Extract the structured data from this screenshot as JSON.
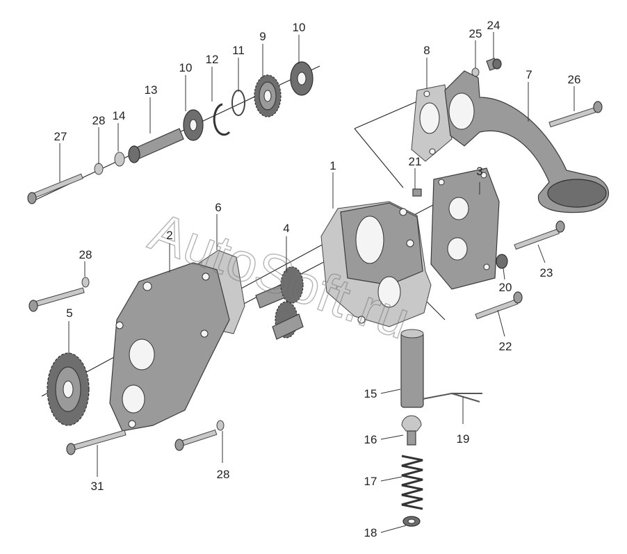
{
  "watermark": "AutoSoft.ru",
  "callouts": [
    {
      "id": "c1",
      "label": "1"
    },
    {
      "id": "c2",
      "label": "2"
    },
    {
      "id": "c3",
      "label": "3"
    },
    {
      "id": "c4",
      "label": "4"
    },
    {
      "id": "c5",
      "label": "5"
    },
    {
      "id": "c6",
      "label": "6"
    },
    {
      "id": "c7",
      "label": "7"
    },
    {
      "id": "c8",
      "label": "8"
    },
    {
      "id": "c9",
      "label": "9"
    },
    {
      "id": "c10a",
      "label": "10"
    },
    {
      "id": "c10b",
      "label": "10"
    },
    {
      "id": "c11",
      "label": "11"
    },
    {
      "id": "c12",
      "label": "12"
    },
    {
      "id": "c13",
      "label": "13"
    },
    {
      "id": "c14",
      "label": "14"
    },
    {
      "id": "c15",
      "label": "15"
    },
    {
      "id": "c16",
      "label": "16"
    },
    {
      "id": "c17",
      "label": "17"
    },
    {
      "id": "c18",
      "label": "18"
    },
    {
      "id": "c19",
      "label": "19"
    },
    {
      "id": "c20",
      "label": "20"
    },
    {
      "id": "c21",
      "label": "21"
    },
    {
      "id": "c22",
      "label": "22"
    },
    {
      "id": "c23",
      "label": "23"
    },
    {
      "id": "c24",
      "label": "24"
    },
    {
      "id": "c25",
      "label": "25"
    },
    {
      "id": "c26",
      "label": "26"
    },
    {
      "id": "c27",
      "label": "27"
    },
    {
      "id": "c28a",
      "label": "28"
    },
    {
      "id": "c28b",
      "label": "28"
    },
    {
      "id": "c28c",
      "label": "28"
    },
    {
      "id": "c31",
      "label": "31"
    }
  ]
}
